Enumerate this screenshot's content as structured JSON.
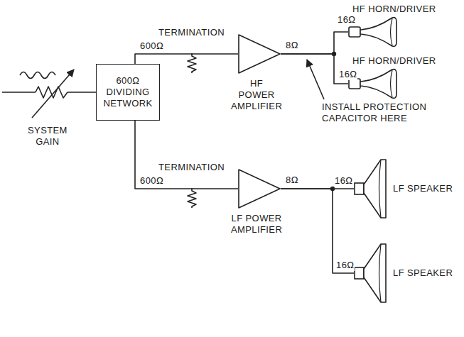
{
  "diagram": {
    "nodes": [
      {
        "text": [
          "600Ω DIVIDING NETWORK"
        ]
      },
      {
        "text": [
          "HF POWER AMPLIFIER"
        ]
      },
      {
        "text": [
          "LF POWER AMPLIFIER"
        ]
      },
      {
        "text": [
          "HF HORN/DRIVER"
        ]
      },
      {
        "text": [
          "HF HORN/DRIVER"
        ]
      },
      {
        "text": [
          "LF SPEAKER"
        ]
      },
      {
        "text": [
          "LF SPEAKER"
        ]
      }
    ],
    "edges": [
      {
        "from": 0,
        "to": 1,
        "label": "600Ω",
        "arrow": "none"
      },
      {
        "from": 0,
        "to": 2,
        "label": "600Ω",
        "arrow": "none"
      },
      {
        "from": 1,
        "to": 3,
        "label": "16Ω",
        "arrow": "none"
      },
      {
        "from": 1,
        "to": 4,
        "label": "16Ω",
        "arrow": "none"
      },
      {
        "from": 2,
        "to": 5,
        "label": "16Ω",
        "arrow": "none"
      },
      {
        "from": 2,
        "to": 6,
        "label": "16Ω",
        "arrow": "none"
      }
    ],
    "labels": [
      "TERMINATION",
      "TERMINATION",
      "8Ω",
      "8Ω",
      "INSTALL PROTECTION CAPACITOR HERE",
      "SYSTEM GAIN"
    ]
  }
}
